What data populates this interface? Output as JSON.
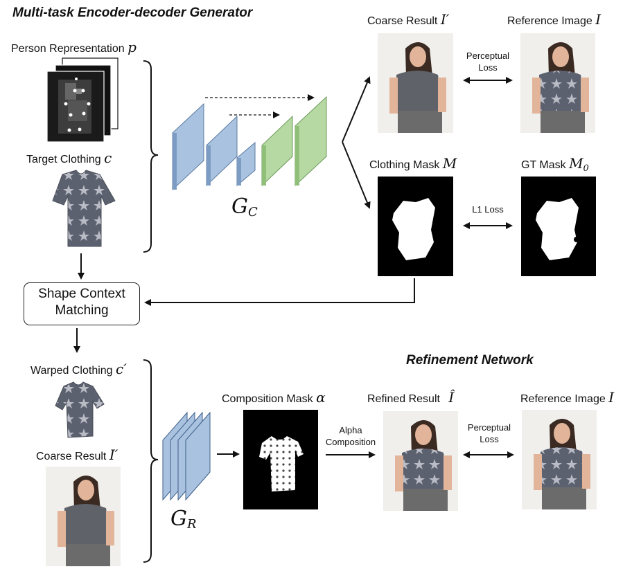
{
  "top_title": "Multi-task Encoder-decoder Generator",
  "bottom_title": "Refinement Network",
  "inputs": {
    "person": {
      "label": "Person Representation",
      "symbol": "p"
    },
    "clothing": {
      "label": "Target Clothing",
      "symbol": "c"
    }
  },
  "generator_c": {
    "symbol": "G",
    "sub": "C"
  },
  "coarse_result": {
    "label": "Coarse Result",
    "symbol": "I′"
  },
  "reference_image": {
    "label": "Reference Image",
    "symbol": "I"
  },
  "perceptual_loss": [
    "Perceptual",
    "Loss"
  ],
  "clothing_mask": {
    "label": "Clothing Mask",
    "symbol": "M"
  },
  "gt_mask": {
    "label": "GT Mask",
    "symbol": "M",
    "sub": "0"
  },
  "l1_loss": "L1 Loss",
  "shape_context": [
    "Shape Context",
    "Matching"
  ],
  "warped_clothing": {
    "label": "Warped Clothing",
    "symbol": "c′"
  },
  "coarse_result_2": {
    "label": "Coarse Result",
    "symbol": "I′"
  },
  "generator_r": {
    "symbol": "G",
    "sub": "R"
  },
  "composition_mask": {
    "label": "Composition Mask",
    "symbol": "α"
  },
  "alpha_composition": [
    "Alpha",
    "Composition"
  ],
  "refined_result": {
    "label": "Refined Result",
    "symbol": "Î"
  },
  "reference_image_2": {
    "label": "Reference Image",
    "symbol": "I"
  },
  "perceptual_loss_2": [
    "Perceptual",
    "Loss"
  ],
  "colors": {
    "encoder": "#a9c2df",
    "decoder": "#b6d9a3",
    "shirt": "#6e7280",
    "pants": "#6b6b6b",
    "mask": "#000000"
  }
}
